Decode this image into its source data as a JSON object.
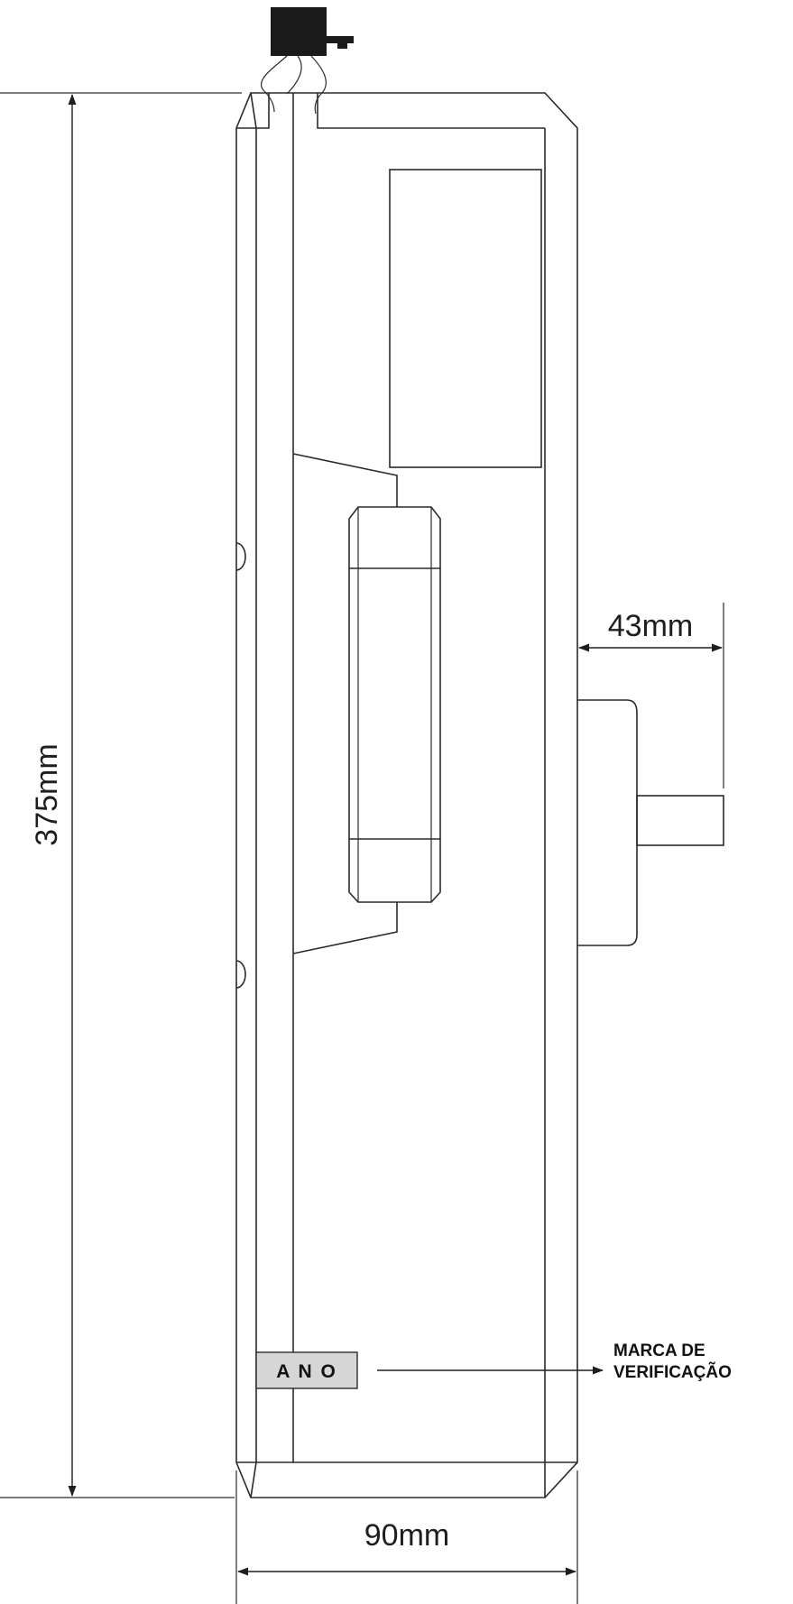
{
  "dimensions": {
    "height": "375mm",
    "width": "90mm",
    "depth": "43mm"
  },
  "label_box": {
    "text": "A N O",
    "fill": "#d6d6d6"
  },
  "callout": {
    "line1": "MARCA DE",
    "line2": "VERIFICAÇÃO"
  },
  "colors": {
    "stroke": "#2a2a2a",
    "connector": "#1a1a1a",
    "background": "#ffffff"
  }
}
